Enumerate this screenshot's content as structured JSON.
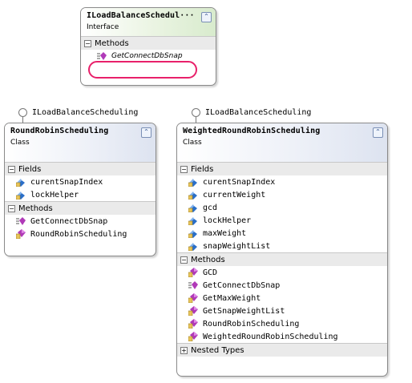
{
  "interface_box": {
    "title": "ILoadBalanceSchedul···",
    "stereotype": "Interface",
    "methods_label": "Methods",
    "methods": [
      "GetConnectDbSnap"
    ]
  },
  "rr_box": {
    "lollipop_label": "ILoadBalanceScheduling",
    "title": "RoundRobinScheduling",
    "stereotype": "Class",
    "fields_label": "Fields",
    "fields": [
      "curentSnapIndex",
      "lockHelper"
    ],
    "methods_label": "Methods",
    "methods": [
      "GetConnectDbSnap",
      "RoundRobinScheduling"
    ]
  },
  "wrr_box": {
    "lollipop_label": "ILoadBalanceScheduling",
    "title": "WeightedRoundRobinScheduling",
    "stereotype": "Class",
    "fields_label": "Fields",
    "fields": [
      "curentSnapIndex",
      "currentWeight",
      "gcd",
      "lockHelper",
      "maxWeight",
      "snapWeightList"
    ],
    "methods_label": "Methods",
    "methods": [
      "GCD",
      "GetConnectDbSnap",
      "GetMaxWeight",
      "GetSnapWeightList",
      "RoundRobinScheduling",
      "WeightedRoundRobinScheduling"
    ],
    "nested_label": "Nested Types"
  },
  "colors": {
    "highlight": "#e8206a",
    "field_icon": "#2a6fc9",
    "method_icon": "#b03ab8"
  }
}
